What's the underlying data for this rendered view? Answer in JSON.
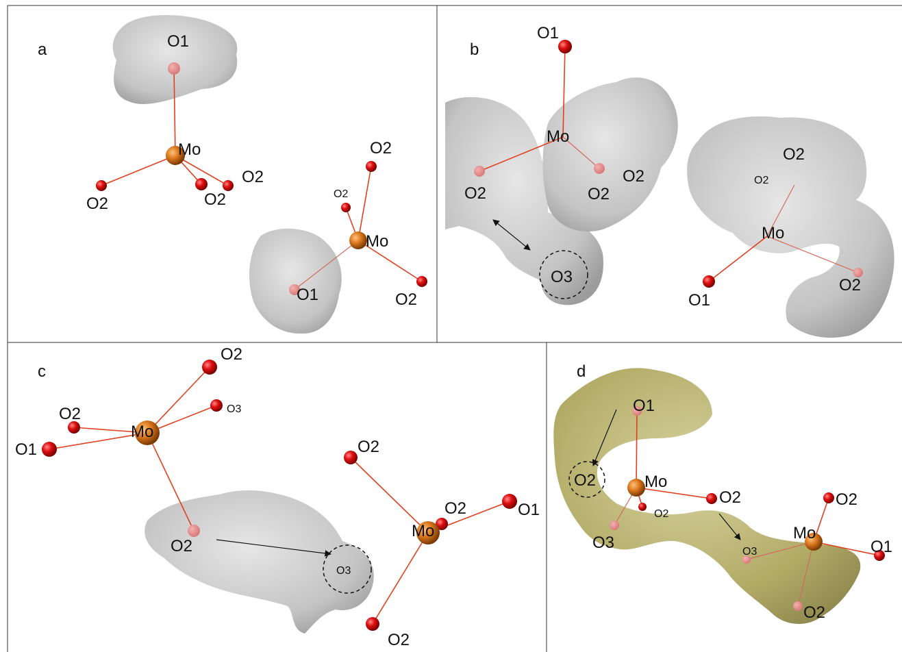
{
  "panels": {
    "a": {
      "letter": "a",
      "labels": {
        "o1_top": "O1",
        "mo_left": "Mo",
        "o2_left": "O2",
        "o2_mid": "O2",
        "o2_right": "O2",
        "o2_top_r": "O2",
        "o2_small": "O2",
        "mo_right": "Mo",
        "o1_bottom": "O1",
        "o2_bottom_r": "O2"
      }
    },
    "b": {
      "letter": "b",
      "labels": {
        "o1_top": "O1",
        "mo_left": "Mo",
        "o2_left": "O2",
        "o2_center": "O2",
        "o2_center_r": "O2",
        "o3": "O3",
        "o2_right_top": "O2",
        "o2_right_small": "O2",
        "mo_right": "Mo",
        "o1_right": "O1",
        "o2_right_bottom": "O2"
      }
    },
    "c": {
      "letter": "c",
      "labels": {
        "o2_top": "O2",
        "o2_left": "O2",
        "o3_small": "O3",
        "mo_left": "Mo",
        "o1_left": "O1",
        "o2_isosurface": "O2",
        "o3_circle": "O3",
        "o2_right_top": "O2",
        "o2_right_mid": "O2",
        "mo_right": "Mo",
        "o1_right": "O1",
        "o2_bottom": "O2"
      }
    },
    "d": {
      "letter": "d",
      "labels": {
        "o1": "O1",
        "o2_circle": "O2",
        "mo_left": "Mo",
        "o2_small": "O2",
        "o2_bond": "O2",
        "o3_left": "O3",
        "o2_right_top": "O2",
        "mo_right": "Mo",
        "o3_small": "O3",
        "o1_right": "O1",
        "o2_bottom": "O2"
      }
    }
  },
  "colors": {
    "oxygen": "#e01010",
    "molybdenum": "#d9761c",
    "bond": "#e0401e",
    "isosurface_gray": "#c8c8c8",
    "isosurface_yellow": "#b7b06a"
  }
}
